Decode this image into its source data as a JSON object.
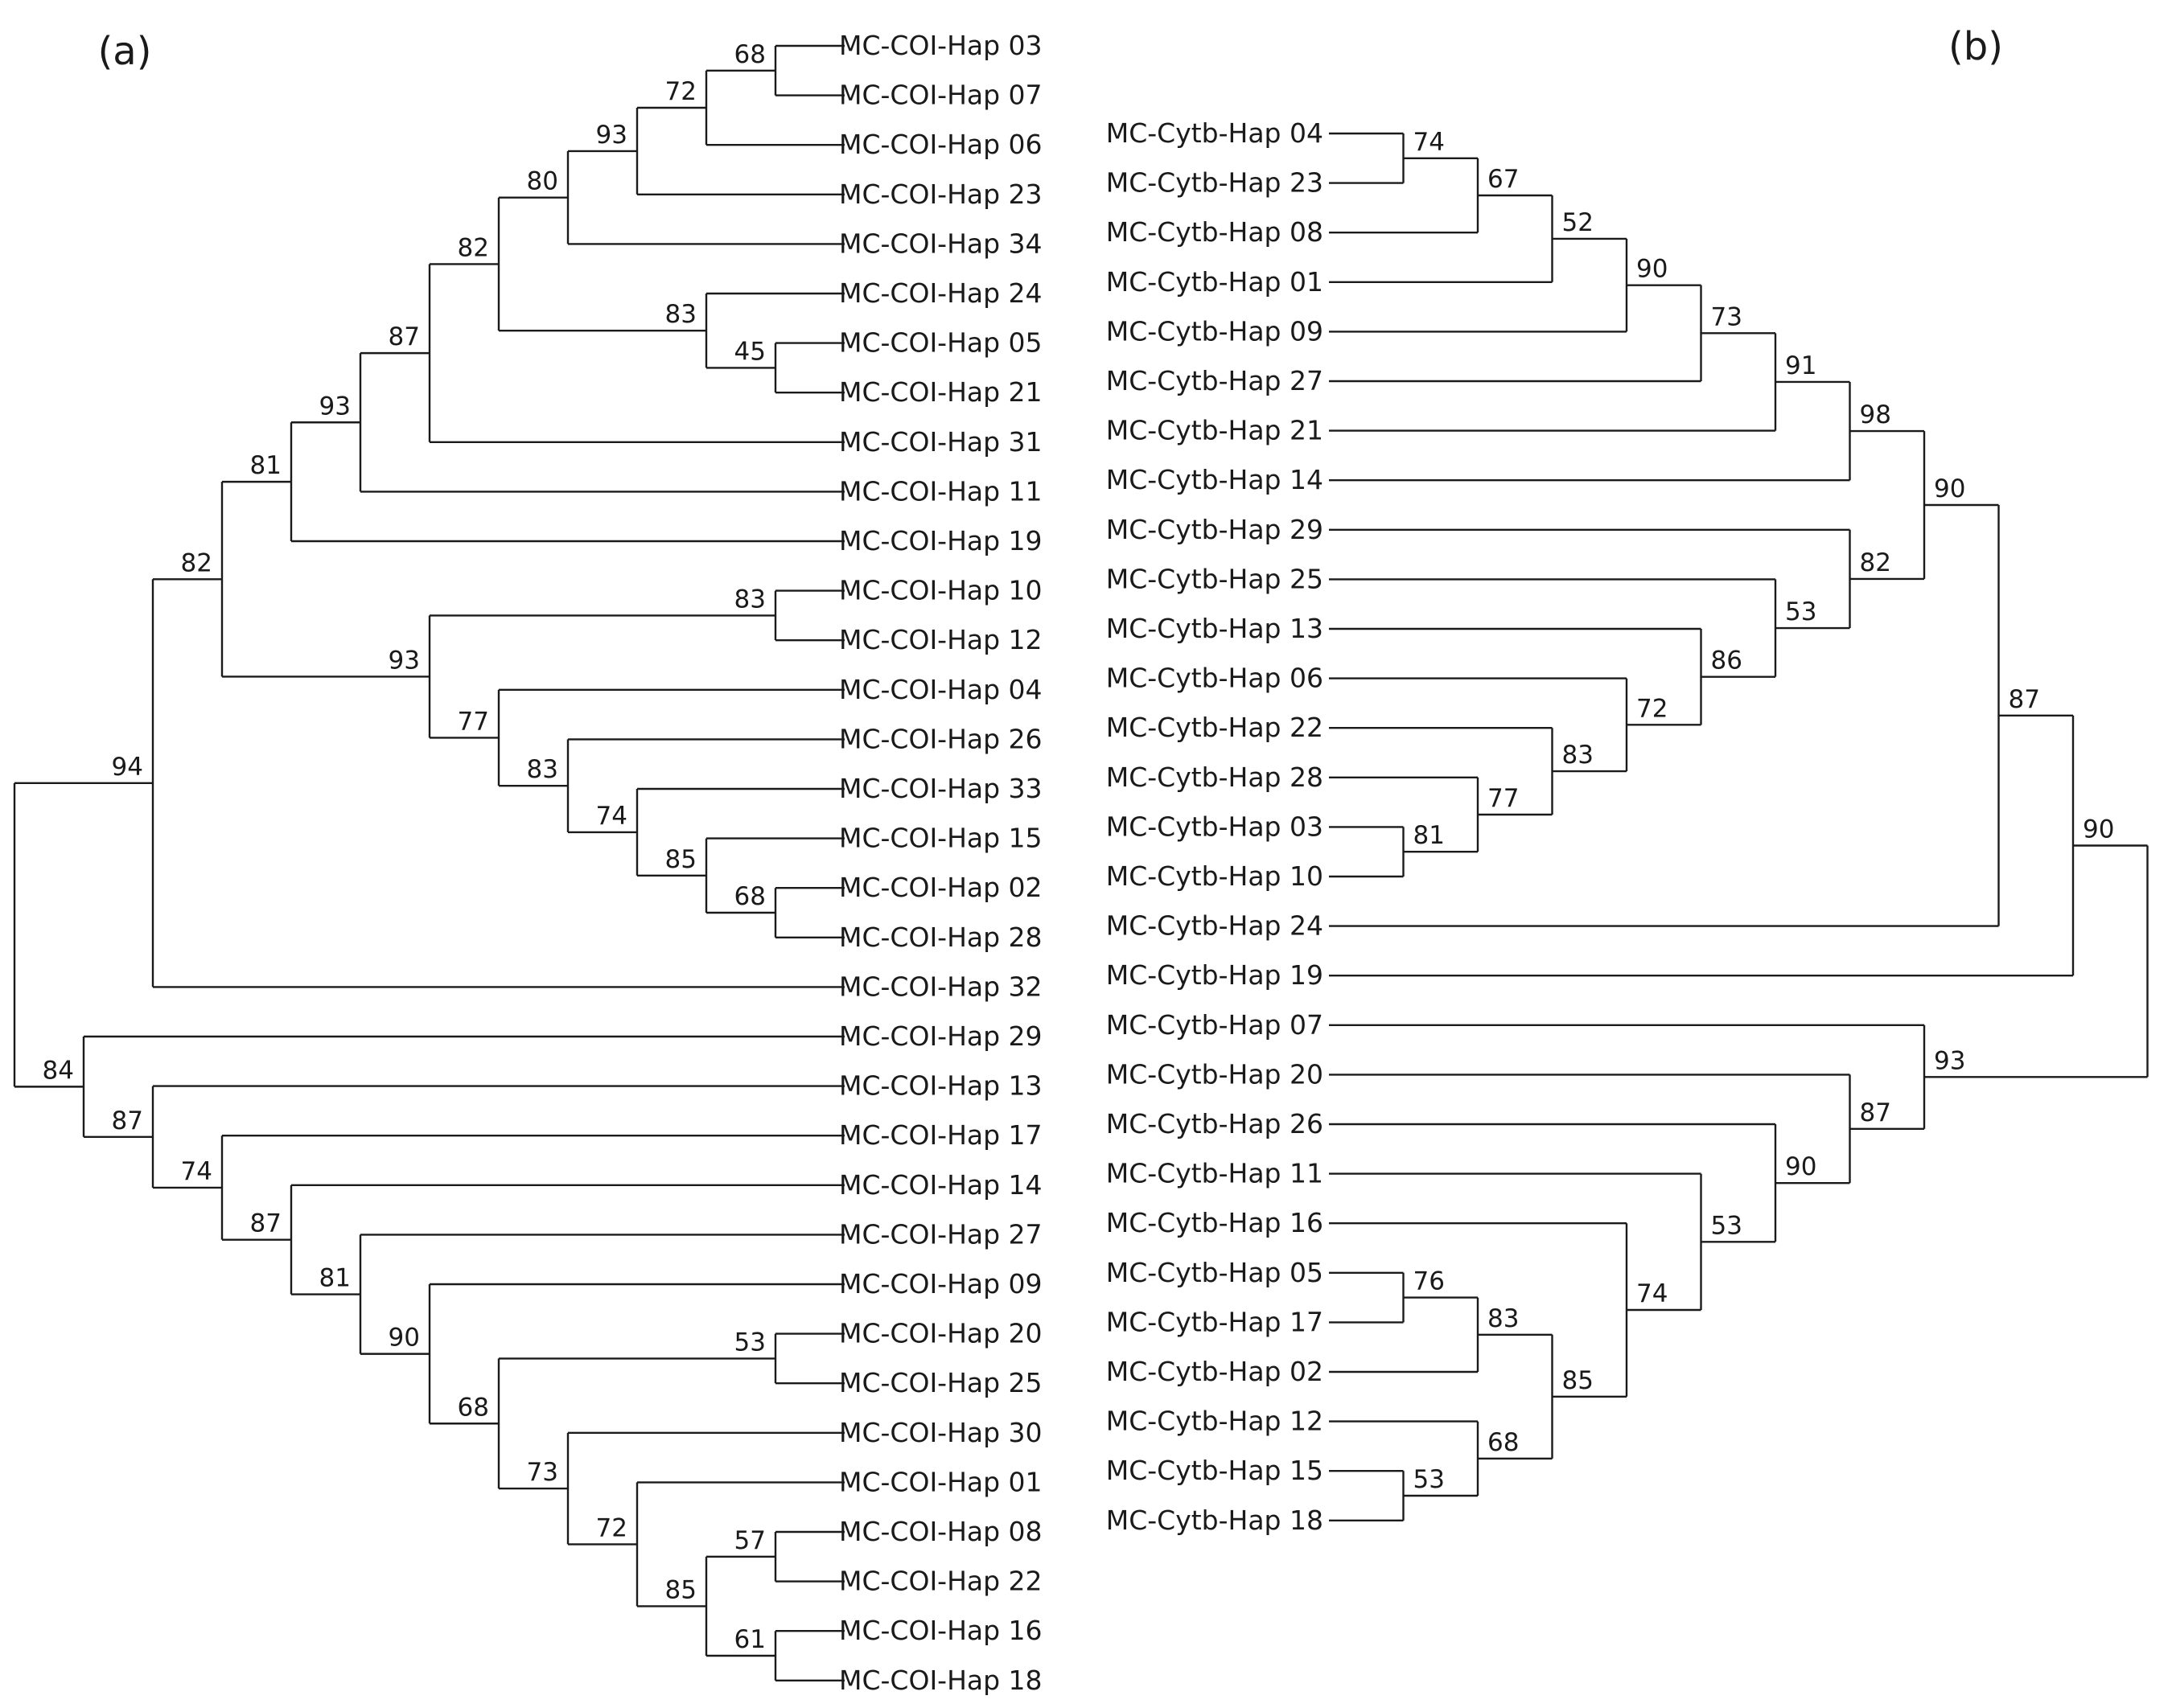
{
  "panels": [
    {
      "label": "(a)",
      "tree": {
        "s": "94",
        "c": [
          {
            "s": "82",
            "c": [
              {
                "s": "81",
                "c": [
                  {
                    "s": "93",
                    "c": [
                      {
                        "s": "87",
                        "c": [
                          {
                            "s": "82",
                            "c": [
                              {
                                "s": "80",
                                "c": [
                                  {
                                    "s": "93",
                                    "c": [
                                      {
                                        "s": "72",
                                        "c": [
                                          {
                                            "s": "68",
                                            "c": [
                                              {
                                                "n": "MC-COI-Hap 03"
                                              },
                                              {
                                                "n": "MC-COI-Hap 07"
                                              }
                                            ]
                                          },
                                          {
                                            "n": "MC-COI-Hap 06"
                                          }
                                        ]
                                      },
                                      {
                                        "n": "MC-COI-Hap 23"
                                      }
                                    ]
                                  },
                                  {
                                    "n": "MC-COI-Hap 34"
                                  }
                                ]
                              },
                              {
                                "s": "83",
                                "c": [
                                  {
                                    "n": "MC-COI-Hap 24"
                                  },
                                  {
                                    "s": "45",
                                    "c": [
                                      {
                                        "n": "MC-COI-Hap 05"
                                      },
                                      {
                                        "n": "MC-COI-Hap 21"
                                      }
                                    ]
                                  }
                                ]
                              }
                            ]
                          },
                          {
                            "n": "MC-COI-Hap 31"
                          }
                        ]
                      },
                      {
                        "n": "MC-COI-Hap 11"
                      }
                    ]
                  },
                  {
                    "n": "MC-COI-Hap 19"
                  }
                ]
              },
              {
                "s": "93",
                "c": [
                  {
                    "s": "83",
                    "c": [
                      {
                        "n": "MC-COI-Hap 10"
                      },
                      {
                        "n": "MC-COI-Hap 12"
                      }
                    ]
                  },
                  {
                    "s": "77",
                    "c": [
                      {
                        "n": "MC-COI-Hap 04"
                      },
                      {
                        "s": "83",
                        "c": [
                          {
                            "n": "MC-COI-Hap 26"
                          },
                          {
                            "s": "74",
                            "c": [
                              {
                                "n": "MC-COI-Hap 33"
                              },
                              {
                                "s": "85",
                                "c": [
                                  {
                                    "n": "MC-COI-Hap 15"
                                  },
                                  {
                                    "s": "68",
                                    "c": [
                                      {
                                        "n": "MC-COI-Hap 02"
                                      },
                                      {
                                        "n": "MC-COI-Hap 28"
                                      }
                                    ]
                                  }
                                ]
                              }
                            ]
                          }
                        ]
                      }
                    ]
                  }
                ]
              }
            ]
          },
          {
            "n": "MC-COI-Hap 32"
          }
        ]
      }
    },
    {
      "label": "(b)",
      "tree": {
        "s": "90",
        "c": [
          {
            "s": "87",
            "c": [
              {
                "s": "90",
                "c": [
                  {
                    "s": "98",
                    "c": [
                      {
                        "s": "91",
                        "c": [
                          {
                            "s": "73",
                            "c": [
                              {
                                "s": "90",
                                "c": [
                                  {
                                    "s": "52",
                                    "c": [
                                      {
                                        "s": "67",
                                        "c": [
                                          {
                                            "s": "74",
                                            "c": [
                                              {
                                                "n": "MC-Cytb-Hap 04"
                                              },
                                              {
                                                "n": "MC-Cytb-Hap 23"
                                              }
                                            ]
                                          },
                                          {
                                            "n": "MC-Cytb-Hap 08"
                                          }
                                        ]
                                      },
                                      {
                                        "n": "MC-Cytb-Hap 01"
                                      }
                                    ]
                                  },
                                  {
                                    "n": "MC-Cytb-Hap 09"
                                  }
                                ]
                              },
                              {
                                "n": "MC-Cytb-Hap 27"
                              }
                            ]
                          },
                          {
                            "n": "MC-Cytb-Hap 21"
                          }
                        ]
                      },
                      {
                        "n": "MC-Cytb-Hap 14"
                      }
                    ]
                  },
                  {
                    "s": "82",
                    "c": [
                      {
                        "n": "MC-Cytb-Hap 29"
                      },
                      {
                        "s": "53",
                        "c": [
                          {
                            "n": "MC-Cytb-Hap 25"
                          },
                          {
                            "s": "86",
                            "c": [
                              {
                                "n": "MC-Cytb-Hap 13"
                              },
                              {
                                "s": "72",
                                "c": [
                                  {
                                    "n": "MC-Cytb-Hap 06"
                                  },
                                  {
                                    "s": "83",
                                    "c": [
                                      {
                                        "n": "MC-Cytb-Hap 22"
                                      },
                                      {
                                        "s": "77",
                                        "c": [
                                          {
                                            "n": "MC-Cytb-Hap 28"
                                          },
                                          {
                                            "s": "81",
                                            "c": [
                                              {
                                                "n": "MC-Cytb-Hap 03"
                                              },
                                              {
                                                "n": "MC-Cytb-Hap 10"
                                              }
                                            ]
                                          }
                                        ]
                                      }
                                    ]
                                  }
                                ]
                              }
                            ]
                          }
                        ]
                      }
                    ]
                  }
                ]
              },
              {
                "n": "MC-Cytb-Hap 24"
              }
            ]
          },
          {
            "n": "MC-Cytb-Hap 19"
          }
        ]
      },
      "tree2": {
        "s": "93",
        "c": [
          {
            "n": "MC-Cytb-Hap 07"
          },
          {
            "s": "87",
            "c": [
              {
                "n": "MC-Cytb-Hap 20"
              },
              {
                "s": "90",
                "c": [
                  {
                    "n": "MC-Cytb-Hap 26"
                  },
                  {
                    "s": "53",
                    "c": [
                      {
                        "n": "MC-Cytb-Hap 11"
                      },
                      {
                        "s": "74",
                        "c": [
                          {
                            "n": "MC-Cytb-Hap 16"
                          },
                          {
                            "s": "85",
                            "c": [
                              {
                                "s": "83",
                                "c": [
                                  {
                                    "s": "76",
                                    "c": [
                                      {
                                        "n": "MC-Cytb-Hap 05"
                                      },
                                      {
                                        "n": "MC-Cytb-Hap 17"
                                      }
                                    ]
                                  },
                                  {
                                    "n": "MC-Cytb-Hap 02"
                                  }
                                ]
                              },
                              {
                                "s": "68",
                                "c": [
                                  {
                                    "n": "MC-Cytb-Hap 12"
                                  },
                                  {
                                    "s": "53",
                                    "c": [
                                      {
                                        "n": "MC-Cytb-Hap 15"
                                      },
                                      {
                                        "n": "MC-Cytb-Hap 18"
                                      }
                                    ]
                                  }
                                ]
                              }
                            ]
                          }
                        ]
                      }
                    ]
                  }
                ]
              }
            ]
          }
        ]
      }
    }
  ],
  "panel_a_outgroup": {
    "s": "84",
    "c": [
      {
        "n": "MC-COI-Hap 29"
      },
      {
        "s": "87",
        "c": [
          {
            "n": "MC-COI-Hap 13"
          },
          {
            "s": "74",
            "c": [
              {
                "n": "MC-COI-Hap 17"
              },
              {
                "s": "87",
                "c": [
                  {
                    "n": "MC-COI-Hap 14"
                  },
                  {
                    "s": "81",
                    "c": [
                      {
                        "n": "MC-COI-Hap 27"
                      },
                      {
                        "s": "90",
                        "c": [
                          {
                            "n": "MC-COI-Hap 09"
                          },
                          {
                            "s": "68",
                            "c": [
                              {
                                "s": "53",
                                "c": [
                                  {
                                    "n": "MC-COI-Hap 20"
                                  },
                                  {
                                    "n": "MC-COI-Hap 25"
                                  }
                                ]
                              },
                              {
                                "s": "73",
                                "c": [
                                  {
                                    "n": "MC-COI-Hap 30"
                                  },
                                  {
                                    "s": "72",
                                    "c": [
                                      {
                                        "n": "MC-COI-Hap 01"
                                      },
                                      {
                                        "s": "85",
                                        "c": [
                                          {
                                            "s": "57",
                                            "c": [
                                              {
                                                "n": "MC-COI-Hap 08"
                                              },
                                              {
                                                "n": "MC-COI-Hap 22"
                                              }
                                            ]
                                          },
                                          {
                                            "s": "61",
                                            "c": [
                                              {
                                                "n": "MC-COI-Hap 16"
                                              },
                                              {
                                                "n": "MC-COI-Hap 18"
                                              }
                                            ]
                                          }
                                        ]
                                      }
                                    ]
                                  }
                                ]
                              }
                            ]
                          }
                        ]
                      }
                    ]
                  }
                ]
              }
            ]
          }
        ]
      }
    ]
  }
}
